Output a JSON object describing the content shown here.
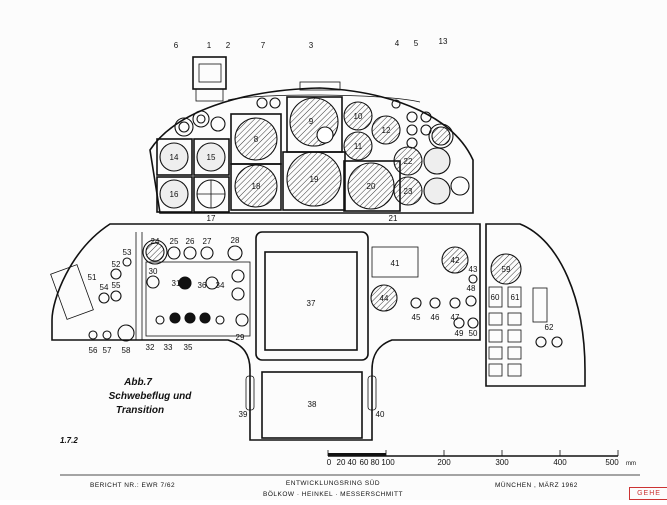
{
  "callouts_top": [
    "6",
    "1",
    "2",
    "7",
    "3",
    "4",
    "5",
    "13"
  ],
  "callouts_row": [
    "17",
    "21"
  ],
  "instruments_upper": [
    "8",
    "9",
    "10",
    "11",
    "12",
    "14",
    "15",
    "16",
    "18",
    "19",
    "20",
    "22",
    "23"
  ],
  "instruments_lower": [
    "24",
    "25",
    "26",
    "27",
    "28",
    "30",
    "31",
    "36",
    "34",
    "41",
    "42",
    "44",
    "45",
    "46",
    "47",
    "48",
    "43",
    "49",
    "50",
    "51",
    "52",
    "53",
    "54",
    "55",
    "56",
    "57",
    "58",
    "32",
    "33",
    "35",
    "29",
    "59",
    "60",
    "61",
    "62"
  ],
  "displays": [
    "37",
    "38"
  ],
  "side_callouts": [
    "39",
    "40"
  ],
  "page_ref": "1.7.2",
  "caption": {
    "line1": "Abb.7",
    "line2": "Schwebeflug und",
    "line3": "Transition"
  },
  "scale": {
    "ticks": [
      "0",
      "20",
      "40",
      "60",
      "80",
      "100",
      "200",
      "300",
      "400",
      "500"
    ],
    "unit": "mm"
  },
  "footer": {
    "report": "BERICHT NR.: EWR 7/62",
    "org_line1": "ENTWICKLUNGSRING SÜD",
    "org_line2": "BÖLKOW · HEINKEL · MESSERSCHMITT",
    "place_date": "MÜNCHEN , MÄRZ 1962"
  },
  "stamp": "GEHE"
}
